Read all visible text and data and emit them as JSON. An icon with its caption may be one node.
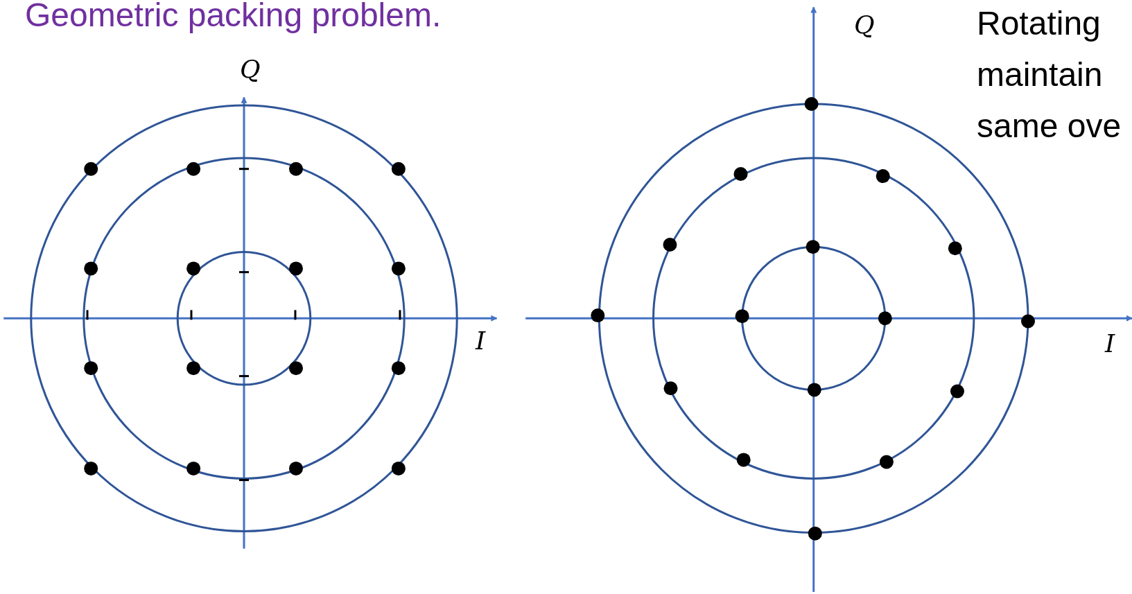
{
  "diagram": {
    "title": "Geometric packing problem.",
    "labels": [
      "Q",
      "Rotating",
      "maintain",
      "same ove",
      "Q",
      "I",
      "I"
    ]
  }
}
